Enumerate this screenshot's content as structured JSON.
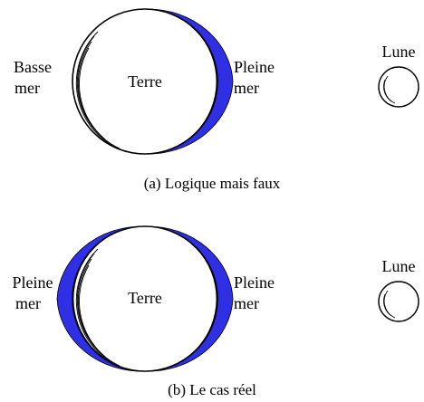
{
  "panels": [
    {
      "caption": "(a) Logique mais faux",
      "earth_label": "Terre",
      "left_label": [
        "Basse",
        "mer"
      ],
      "right_label": [
        "Pleine",
        "mer"
      ],
      "moon_label": "Lune"
    },
    {
      "caption": "(b) Le cas réel",
      "earth_label": "Terre",
      "left_label": [
        "Pleine",
        "mer"
      ],
      "right_label": [
        "Pleine",
        "mer"
      ],
      "moon_label": "Lune"
    }
  ],
  "colors": {
    "tide": "#2f2fe6",
    "outline": "#000000"
  }
}
